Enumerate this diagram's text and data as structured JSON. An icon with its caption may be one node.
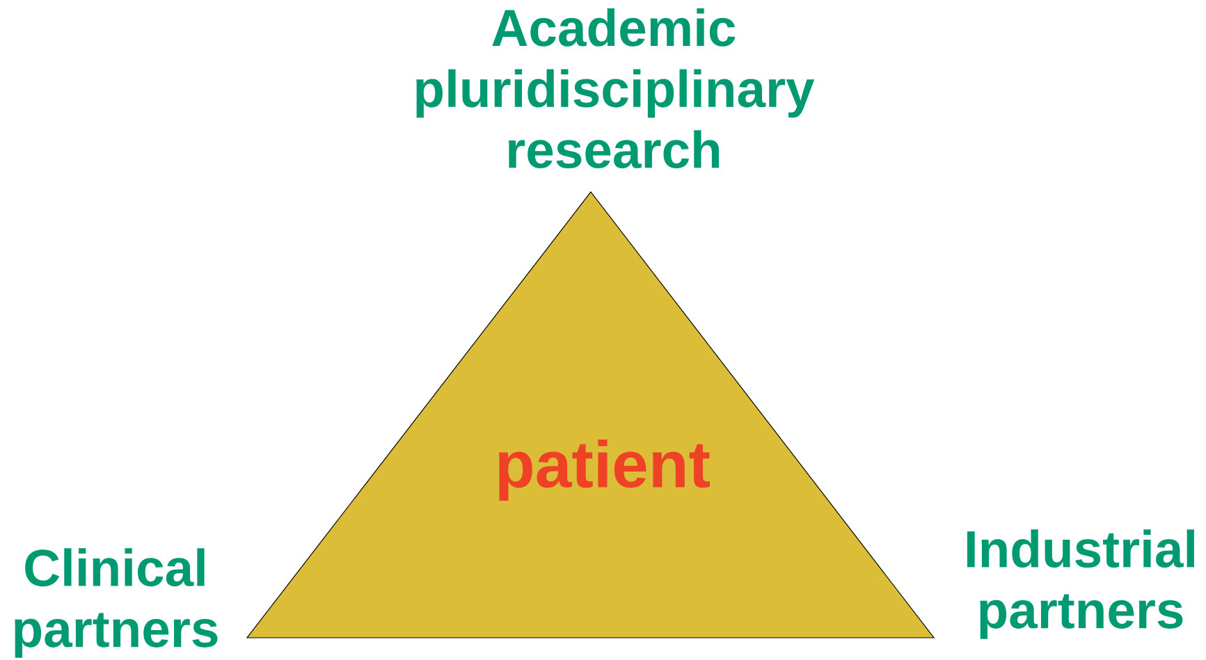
{
  "diagram": {
    "nodes": [
      {
        "text": [
          "patient"
        ]
      }
    ],
    "labels": [
      "Academic pluridisciplinary research",
      "Clinical partners",
      "Industrial partners"
    ]
  }
}
